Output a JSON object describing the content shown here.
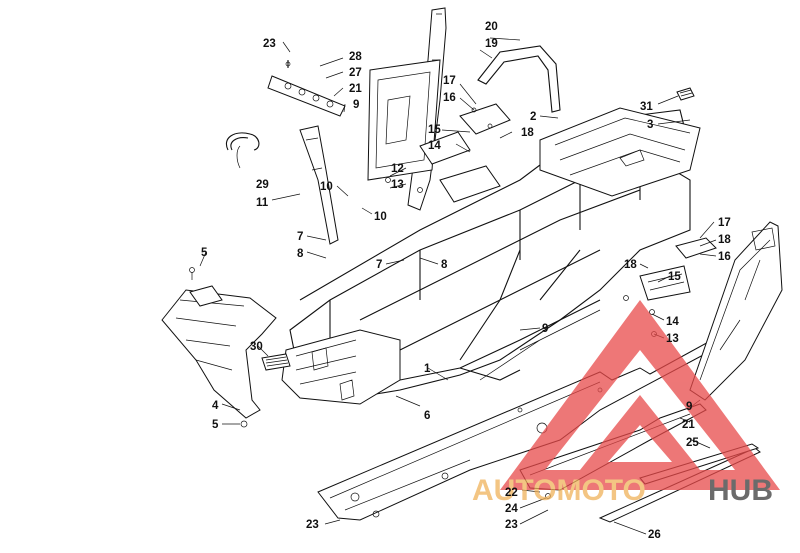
{
  "watermark": {
    "brand_left": "AUTOMOTO",
    "brand_right": "HUB",
    "color_left": "#f0b25a",
    "color_right": "#3a3a3a",
    "triangle_color": "#e84a4a"
  },
  "callouts": [
    {
      "id": "c23a",
      "text": "23"
    },
    {
      "id": "c28",
      "text": "28"
    },
    {
      "id": "c27",
      "text": "27"
    },
    {
      "id": "c21a",
      "text": "21"
    },
    {
      "id": "c9a",
      "text": "9"
    },
    {
      "id": "c20",
      "text": "20"
    },
    {
      "id": "c19",
      "text": "19"
    },
    {
      "id": "c17a",
      "text": "17"
    },
    {
      "id": "c16a",
      "text": "16"
    },
    {
      "id": "c2",
      "text": "2"
    },
    {
      "id": "c15a",
      "text": "15"
    },
    {
      "id": "c18a",
      "text": "18"
    },
    {
      "id": "c14a",
      "text": "14"
    },
    {
      "id": "c31",
      "text": "31"
    },
    {
      "id": "c3",
      "text": "3"
    },
    {
      "id": "c12",
      "text": "12"
    },
    {
      "id": "c13a",
      "text": "13"
    },
    {
      "id": "c29",
      "text": "29"
    },
    {
      "id": "c11",
      "text": "11"
    },
    {
      "id": "c10a",
      "text": "10"
    },
    {
      "id": "c10b",
      "text": "10"
    },
    {
      "id": "c7a",
      "text": "7"
    },
    {
      "id": "c8a",
      "text": "8"
    },
    {
      "id": "c5a",
      "text": "5"
    },
    {
      "id": "c7b",
      "text": "7"
    },
    {
      "id": "c8b",
      "text": "8"
    },
    {
      "id": "c17b",
      "text": "17"
    },
    {
      "id": "c18b",
      "text": "18"
    },
    {
      "id": "c16b",
      "text": "16"
    },
    {
      "id": "c18c",
      "text": "18"
    },
    {
      "id": "c15b",
      "text": "15"
    },
    {
      "id": "c14b",
      "text": "14"
    },
    {
      "id": "c13b",
      "text": "13"
    },
    {
      "id": "c9b",
      "text": "9"
    },
    {
      "id": "c30",
      "text": "30"
    },
    {
      "id": "c1",
      "text": "1"
    },
    {
      "id": "c6",
      "text": "6"
    },
    {
      "id": "c4",
      "text": "4"
    },
    {
      "id": "c5b",
      "text": "5"
    },
    {
      "id": "c9c",
      "text": "9"
    },
    {
      "id": "c21b",
      "text": "21"
    },
    {
      "id": "c25",
      "text": "25"
    },
    {
      "id": "c22",
      "text": "22"
    },
    {
      "id": "c24",
      "text": "24"
    },
    {
      "id": "c23b",
      "text": "23"
    },
    {
      "id": "c23c",
      "text": "23"
    },
    {
      "id": "c26",
      "text": "26"
    }
  ]
}
